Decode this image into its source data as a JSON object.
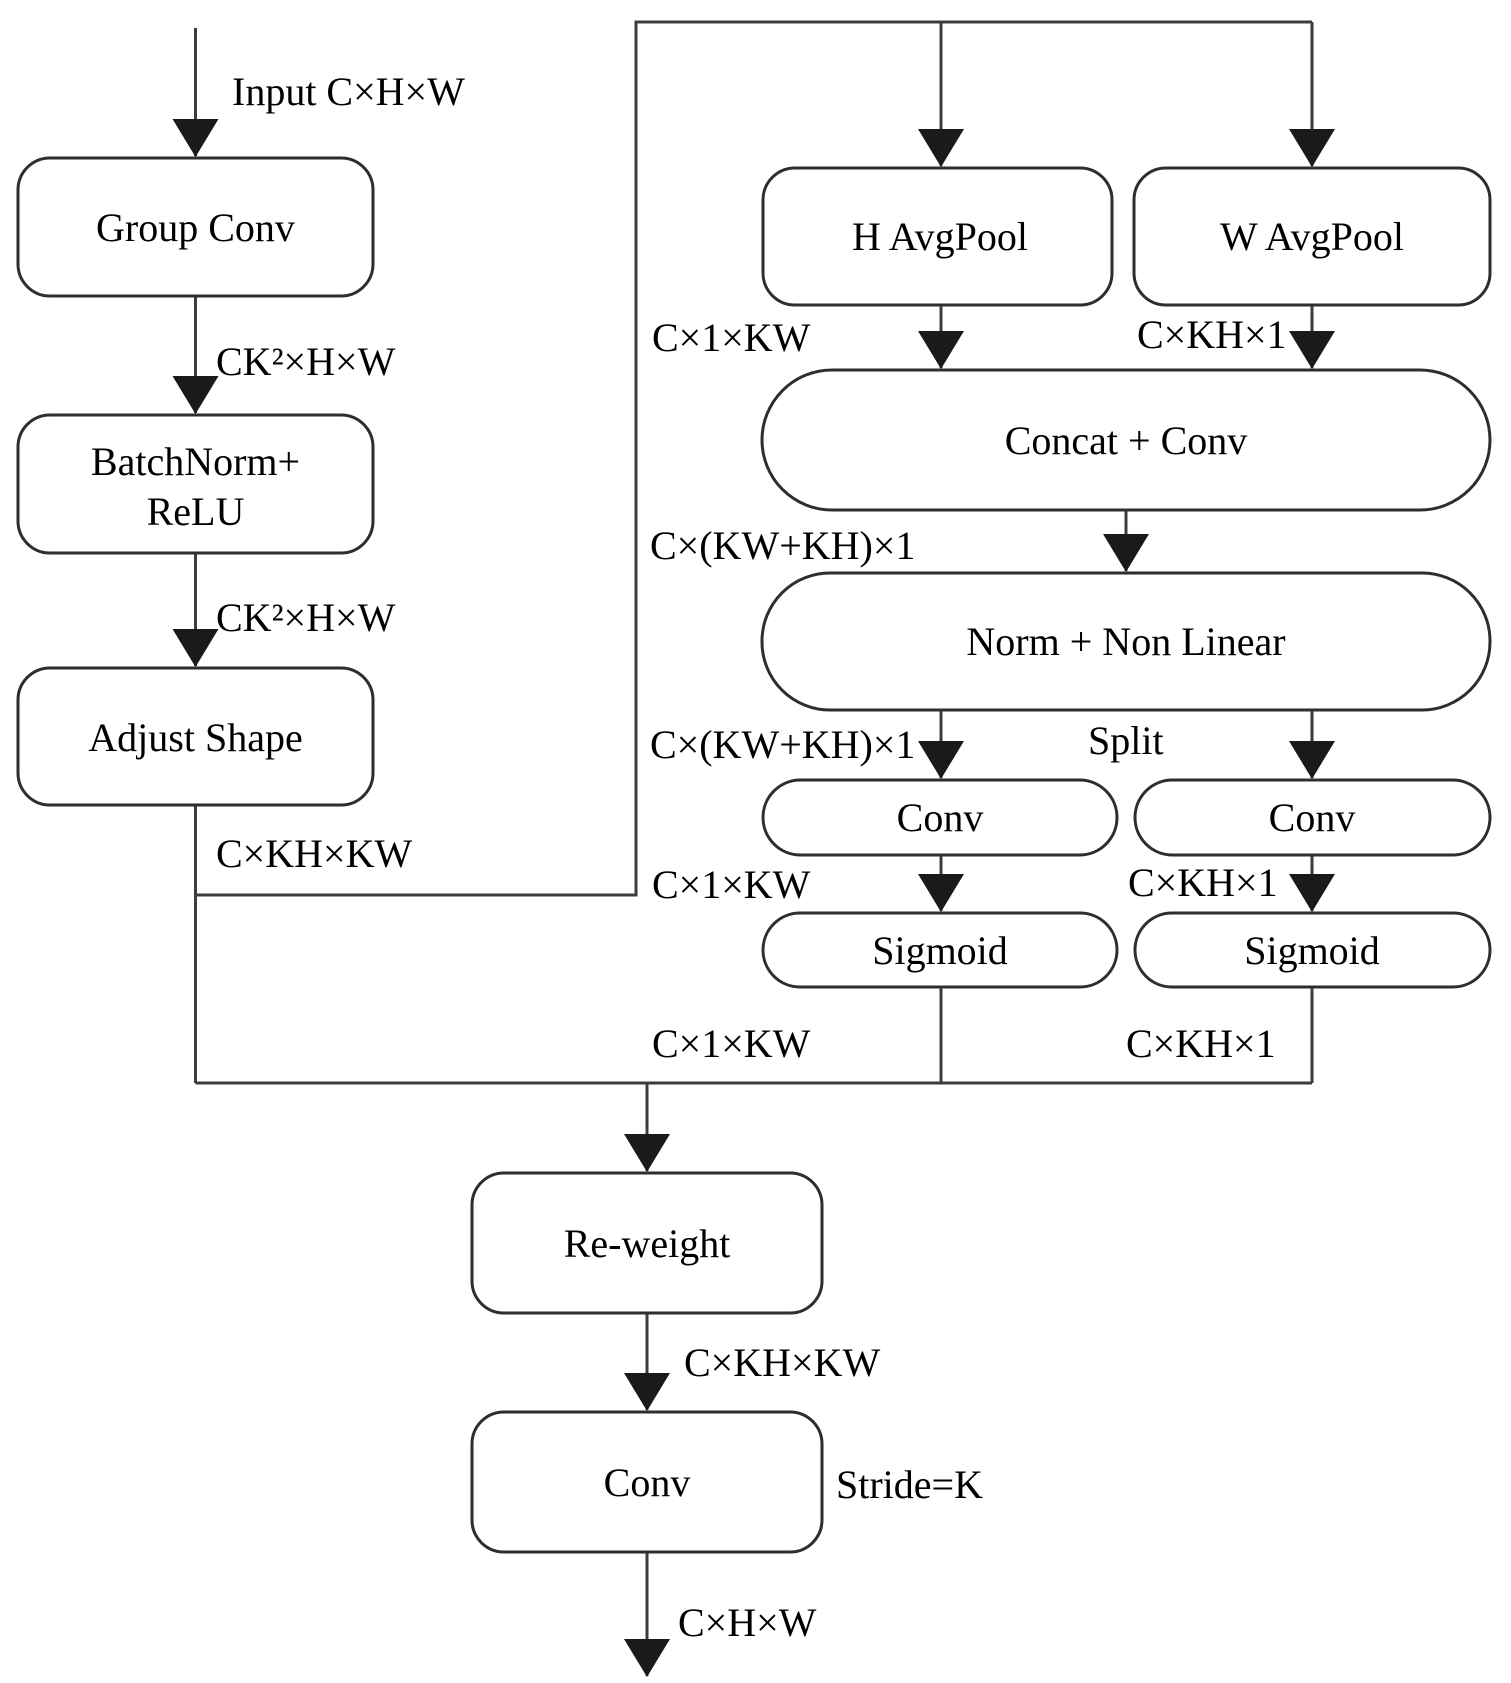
{
  "diagram": {
    "colors": {
      "background": "#ffffff",
      "line": "#3c3c3c",
      "box_border": "#2e2e2e",
      "text": "#000000"
    },
    "nodes": {
      "group_conv": {
        "label": "Group Conv"
      },
      "batchnorm_relu": {
        "line1": "BatchNorm+",
        "line2": "ReLU"
      },
      "adjust_shape": {
        "label": "Adjust Shape"
      },
      "h_avgpool": {
        "label": "H AvgPool"
      },
      "w_avgpool": {
        "label": "W AvgPool"
      },
      "concat_conv": {
        "label": "Concat + Conv"
      },
      "norm_nonlinear": {
        "label": "Norm + Non Linear"
      },
      "conv_h": {
        "label": "Conv"
      },
      "conv_w": {
        "label": "Conv"
      },
      "sigmoid_h": {
        "label": "Sigmoid"
      },
      "sigmoid_w": {
        "label": "Sigmoid"
      },
      "reweight": {
        "label": "Re-weight"
      },
      "final_conv": {
        "label": "Conv"
      }
    },
    "edge_labels": {
      "input": "Input C×H×W",
      "after_group_conv": "CK²×H×W",
      "after_batchnorm": "CK²×H×W",
      "after_adjust_shape": "C×KH×KW",
      "h_pool_out": "C×1×KW",
      "w_pool_out": "C×KH×1",
      "after_concat": "C×(KW+KH)×1",
      "after_norm": "C×(KW+KH)×1",
      "split": "Split",
      "conv_h_out": "C×1×KW",
      "conv_w_out": "C×KH×1",
      "sigmoid_h_out": "C×1×KW",
      "sigmoid_w_out": "C×KH×1",
      "after_reweight": "C×KH×KW",
      "stride": "Stride=K",
      "output": "C×H×W"
    }
  }
}
